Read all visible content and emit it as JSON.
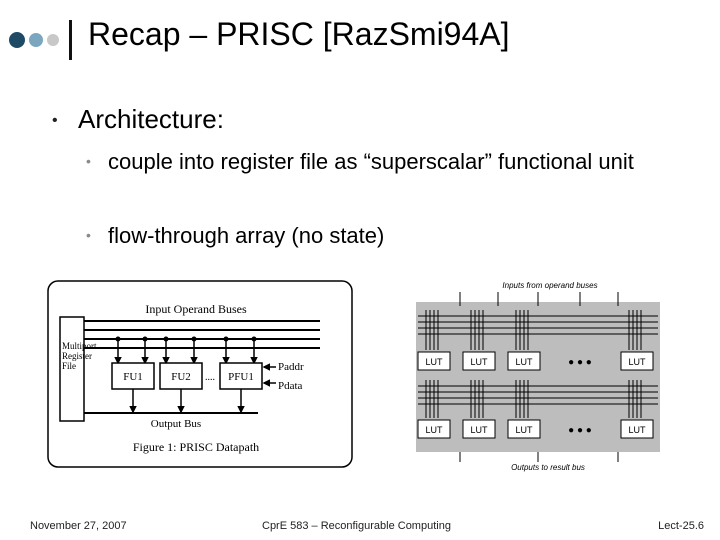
{
  "slide": {
    "title": "Recap – PRISC [RazSmi94A]",
    "bullets": [
      {
        "text": "Architecture:",
        "sub": [
          "couple into register file as “superscalar” functional unit",
          "flow-through array (no state)"
        ]
      }
    ]
  },
  "figure_datapath": {
    "input_label": "Input Operand Buses",
    "register_label": "Multiport Register File",
    "fu_labels": [
      "FU1",
      "FU2",
      "PFU1"
    ],
    "ellipsis": "....",
    "paddr": "Paddr",
    "pdata": "Pdata",
    "output_label": "Output Bus",
    "caption": "Figure 1: PRISC Datapath"
  },
  "figure_lut": {
    "top_label": "Inputs from operand buses",
    "bottom_label": "Outputs to result bus",
    "lut_label": "LUT",
    "dots": "● ● ●"
  },
  "footer": {
    "date": "November 27, 2007",
    "course": "CprE 583 – Reconfigurable Computing",
    "page": "Lect-25.6"
  },
  "colors": {
    "logo_dark": "#1f4a66",
    "logo_mid": "#7aa7bf",
    "logo_light": "#c8c8c8",
    "lut_panel": "#bdbdbd"
  }
}
